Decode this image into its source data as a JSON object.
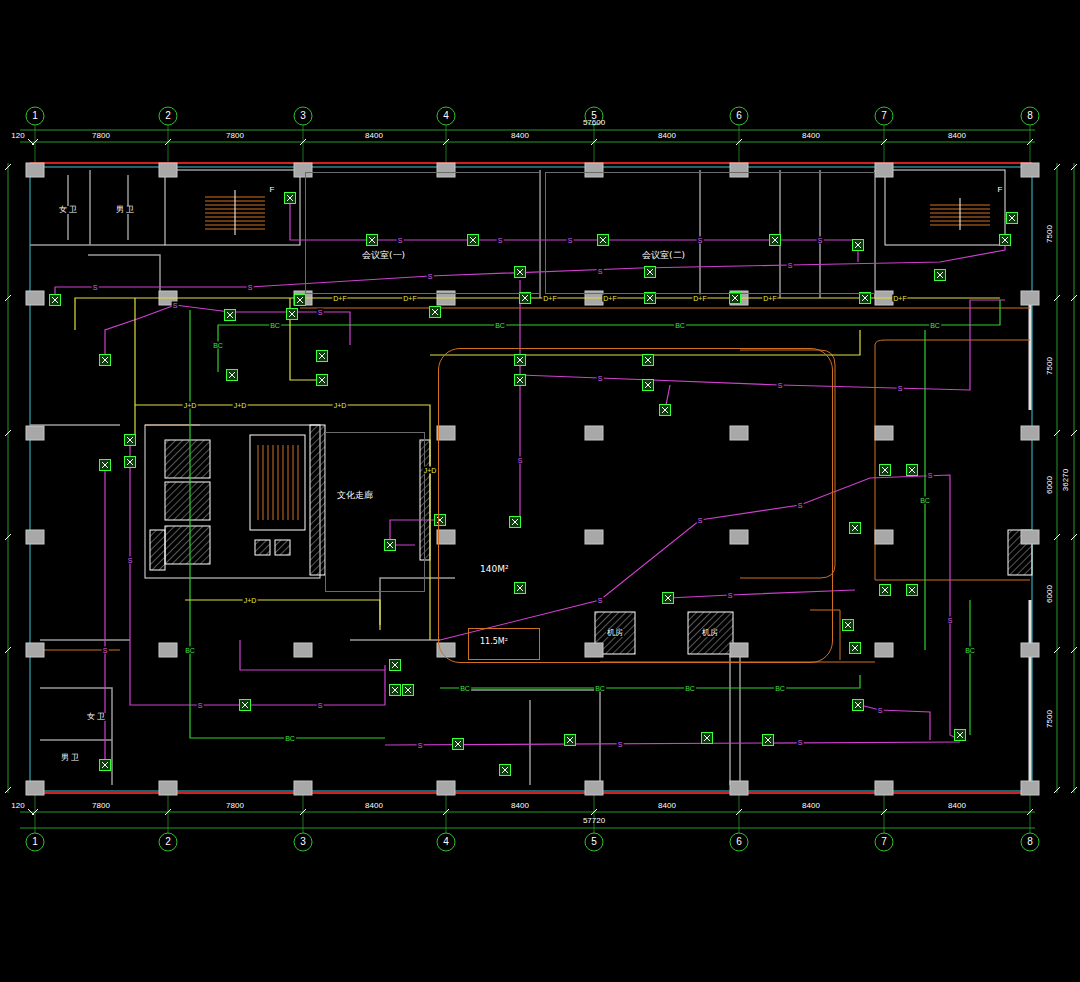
{
  "diagram": {
    "nodes": [
      {
        "text": [
          "会议室(一)"
        ]
      },
      {
        "text": [
          "会议室(二)"
        ]
      },
      {
        "text": [
          "文化走廊"
        ]
      },
      {
        "text": [
          "140M²"
        ]
      },
      {
        "text": [
          "11.5M²"
        ]
      }
    ],
    "labels": [
      "1",
      "2",
      "3",
      "4",
      "5",
      "6",
      "7",
      "8",
      "1",
      "2",
      "3",
      "4",
      "5",
      "6",
      "7",
      "8",
      "120",
      "7800",
      "7800",
      "8400",
      "8400",
      "8400",
      "8400",
      "8400",
      "57600",
      "120",
      "7800",
      "7800",
      "8400",
      "8400",
      "8400",
      "8400",
      "8400",
      "57720",
      "7500",
      "7500",
      "6000",
      "6000",
      "7500",
      "36270",
      "女 卫",
      "男 卫",
      "女 卫",
      "男 卫",
      "机房",
      "机房",
      "F",
      "F",
      "S",
      "S",
      "S",
      "S",
      "S",
      "S",
      "S",
      "S",
      "S",
      "S",
      "S",
      "S",
      "S",
      "S",
      "S",
      "S",
      "S",
      "S",
      "S",
      "S",
      "S",
      "S",
      "S",
      "S",
      "S",
      "S",
      "S",
      "S",
      "S",
      "S",
      "BC",
      "BC",
      "BC",
      "BC",
      "BC",
      "BC",
      "BC",
      "BC",
      "BC",
      "BC",
      "BC",
      "BC",
      "BC",
      "D+F",
      "D+F",
      "D+F",
      "D+F",
      "D+F",
      "D+F",
      "D+F",
      "J+D",
      "J+D",
      "J+D",
      "J+D",
      "J+D"
    ]
  }
}
